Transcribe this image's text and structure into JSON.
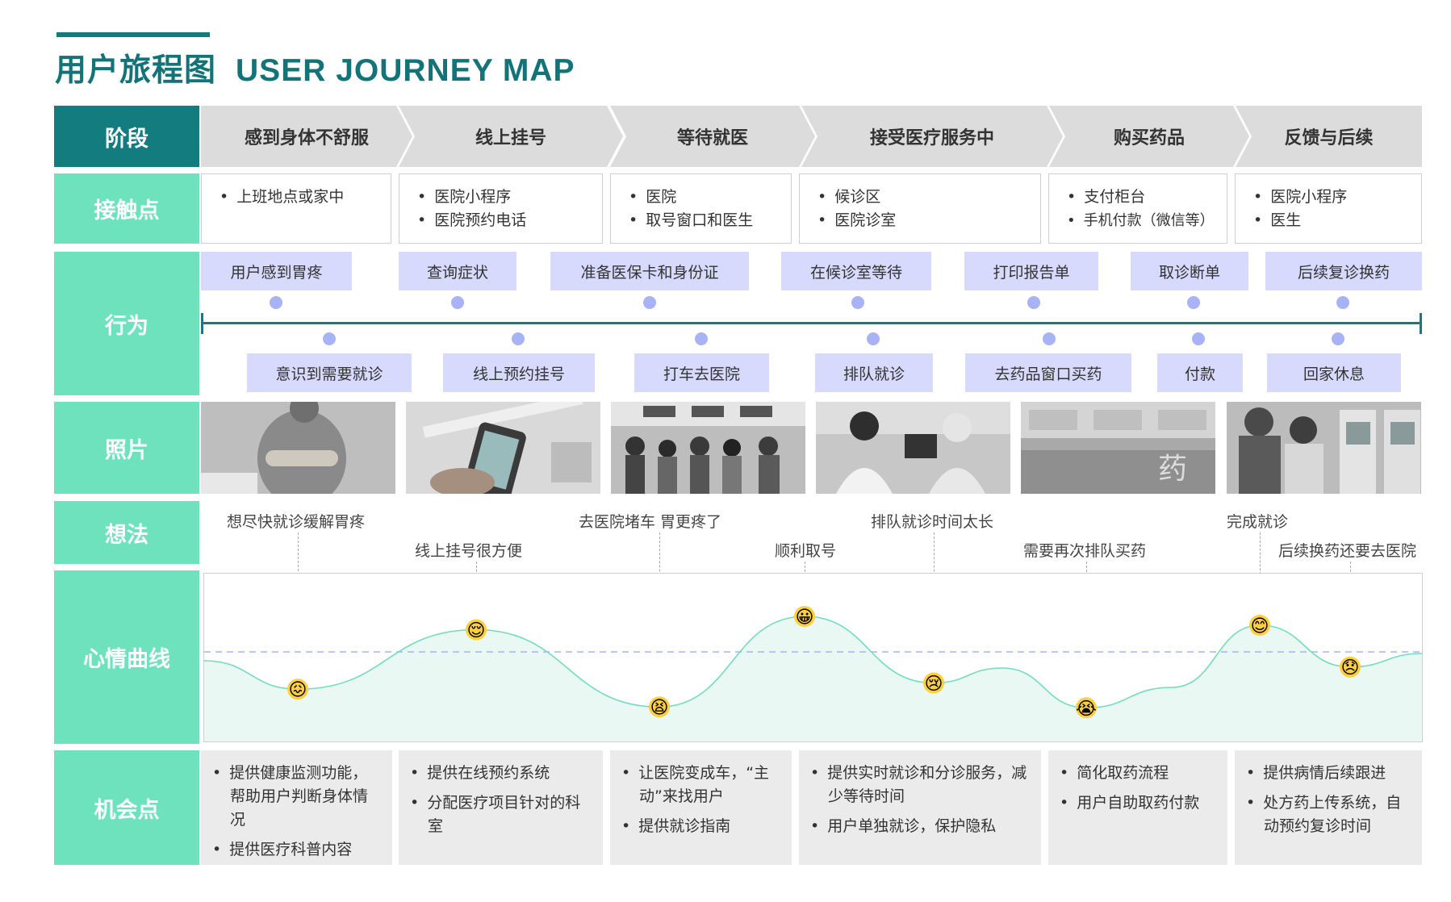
{
  "title": {
    "cn": "用户旅程图",
    "en": "USER JOURNEY MAP"
  },
  "row_labels": {
    "stage": "阶段",
    "touchpoints": "接触点",
    "behavior": "行为",
    "photos": "照片",
    "thoughts": "想法",
    "mood_curve": "心情曲线",
    "opportunities": "机会点"
  },
  "stages": [
    "感到身体不舒服",
    "线上挂号",
    "等待就医",
    "接受医疗服务中",
    "购买药品",
    "反馈与后续"
  ],
  "touchpoints": [
    [
      "上班地点或家中"
    ],
    [
      "医院小程序",
      "医院预约电话"
    ],
    [
      "医院",
      "取号窗口和医生"
    ],
    [
      "候诊区",
      "医院诊室"
    ],
    [
      "支付柜台",
      "手机付款（微信等）"
    ],
    [
      "医院小程序",
      "医生"
    ]
  ],
  "behaviors_top": [
    "用户感到胃疼",
    "查询症状",
    "准备医保卡和身份证",
    "在候诊室等待",
    "打印报告单",
    "取诊断单",
    "后续复诊换药"
  ],
  "behaviors_bottom": [
    "意识到需要就诊",
    "线上预约挂号",
    "打车去医院",
    "排队就诊",
    "去药品窗口买药",
    "付款",
    "回家休息"
  ],
  "photos": [
    "person-holding-stomach-photo",
    "phone-appointment-photo",
    "hospital-queue-photo",
    "doctor-consultation-photo",
    "pharmacy-window-photo",
    "self-service-kiosk-photo"
  ],
  "thoughts": {
    "t1": "想尽快就诊缓解胃疼",
    "t2": "线上挂号很方便",
    "t3": "去医院堵车 胃更疼了",
    "t4": "顺利取号",
    "t5": "排队就诊时间太长",
    "t6": "需要再次排队买药",
    "t7": "完成就诊",
    "t8": "后续换药还要去医院"
  },
  "mood": {
    "points": [
      {
        "emoji": "😖",
        "level": -0.42
      },
      {
        "emoji": "😌",
        "level": 0.25
      },
      {
        "emoji": "😫",
        "level": -0.62
      },
      {
        "emoji": "😀",
        "level": 0.4
      },
      {
        "emoji": "😢",
        "level": -0.35
      },
      {
        "emoji": "😭",
        "level": -0.63
      },
      {
        "emoji": "😊",
        "level": 0.3
      },
      {
        "emoji": "😞",
        "level": -0.17
      }
    ],
    "line_color": "#73dcbc",
    "baseline_color": "#a7b3f4"
  },
  "opportunities": [
    [
      "提供健康监测功能，帮助用户判断身体情况",
      "提供医疗科普内容"
    ],
    [
      "提供在线预约系统",
      "分配医疗项目针对的科室"
    ],
    [
      "让医院变成车，“主动”来找用户",
      "提供就诊指南"
    ],
    [
      "提供实时就诊和分诊服务，减少等待时间",
      "用户单独就诊，保护隐私"
    ],
    [
      "简化取药流程",
      "用户自助取药付款"
    ],
    [
      "提供病情后续跟进",
      "处方药上传系统，自动预约复诊时间"
    ]
  ],
  "colors": {
    "primary_dark": "#127c7e",
    "primary_light": "#6ee1bd",
    "chip_bg": "#d7dafc",
    "dot": "#a7b3f4",
    "stage_bg": "#dcdcdc",
    "opportunity_bg": "#ebebeb"
  }
}
